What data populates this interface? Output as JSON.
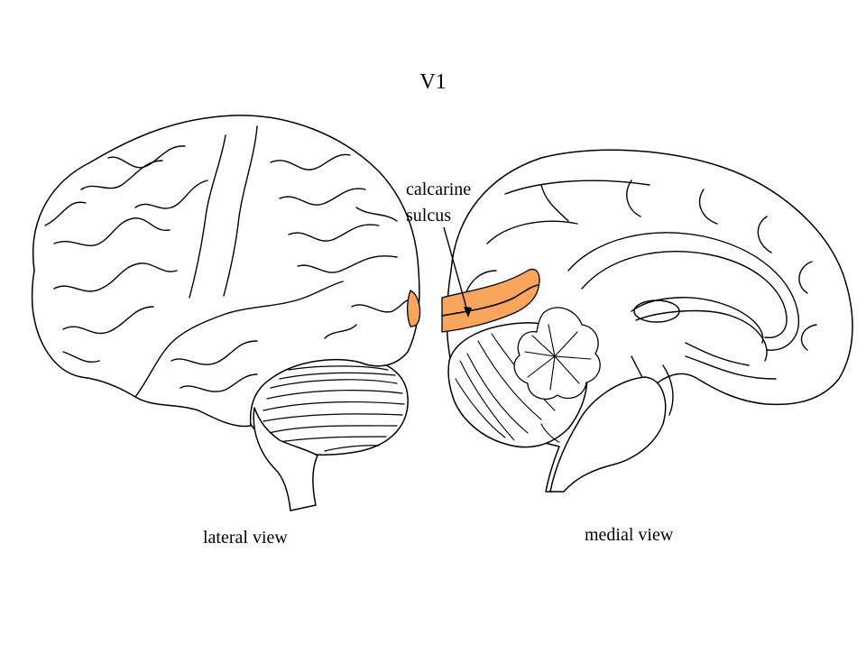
{
  "title": "V1",
  "annotation": {
    "line1": "calcarine",
    "line2": "sulcus"
  },
  "captions": {
    "lateral": "lateral view",
    "medial": "medial view"
  },
  "colors": {
    "v1_highlight": "#f9a55b",
    "outline": "#000000",
    "background": "#ffffff"
  }
}
